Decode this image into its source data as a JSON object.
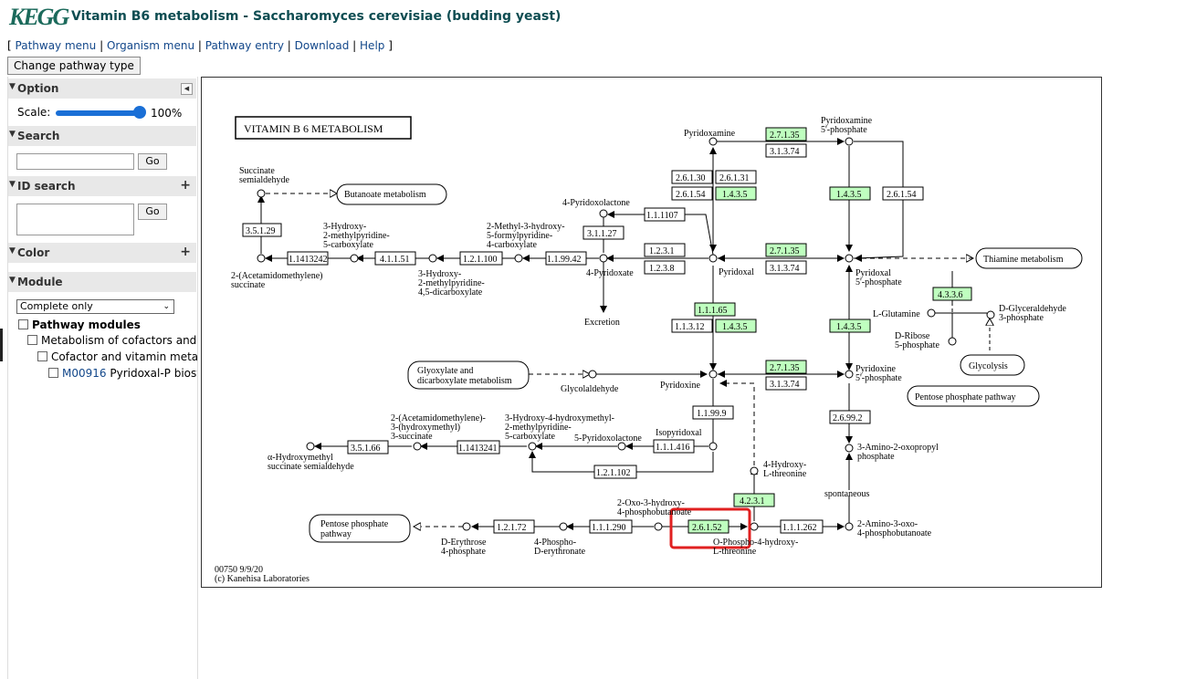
{
  "header": {
    "logo_text": "KEGG",
    "title": "Vitamin B6 metabolism - Saccharomyces cerevisiae (budding yeast)",
    "links": [
      "Pathway menu",
      "Organism menu",
      "Pathway entry",
      "Download",
      "Help"
    ],
    "bracket_open": "[",
    "bracket_close": "]",
    "change_type_label": "Change pathway type"
  },
  "sidebar": {
    "option_label": "Option",
    "scale_label": "Scale:",
    "scale_value": "100%",
    "scale_fraction": 1.0,
    "search_label": "Search",
    "go_label": "Go",
    "id_search_label": "ID search",
    "color_label": "Color",
    "module_label": "Module",
    "module_select_value": "Complete only",
    "tree": [
      {
        "label": "Pathway modules",
        "bold": true
      },
      {
        "label": "Metabolism of cofactors and v"
      },
      {
        "label": "Cofactor and vitamin metab"
      },
      {
        "id": "M00916",
        "label": "Pyridoxal-P biosy"
      }
    ]
  },
  "map": {
    "title": "VITAMIN B 6 METABOLISM",
    "footer_id": "00750 9/9/20",
    "footer_copy": "(c) Kanehisa Laboratories",
    "highlight_color": "#e02020",
    "green_fill": "#bfffbf",
    "ec_boxes": [
      {
        "t": "2.7.1.35",
        "g": true
      },
      {
        "t": "3.1.3.74",
        "g": false
      },
      {
        "t": "2.6.1.30",
        "g": false
      },
      {
        "t": "2.6.1.31",
        "g": false
      },
      {
        "t": "2.6.1.54",
        "g": false
      },
      {
        "t": "1.4.3.5",
        "g": true
      },
      {
        "t": "1.4.3.5",
        "g": true
      },
      {
        "t": "2.6.1.54",
        "g": false
      },
      {
        "t": "1.1.1107",
        "g": false
      },
      {
        "t": "3.1.1.27",
        "g": false
      },
      {
        "t": "1.2.3.1",
        "g": false
      },
      {
        "t": "1.2.3.8",
        "g": false
      },
      {
        "t": "2.7.1.35",
        "g": true
      },
      {
        "t": "3.1.3.74",
        "g": false
      },
      {
        "t": "3.5.1.29",
        "g": false
      },
      {
        "t": "1.1413242",
        "g": false
      },
      {
        "t": "4.1.1.51",
        "g": false
      },
      {
        "t": "1.2.1.100",
        "g": false
      },
      {
        "t": "1.1.99.42",
        "g": false
      },
      {
        "t": "4.3.3.6",
        "g": true
      },
      {
        "t": "1.1.1.65",
        "g": true
      },
      {
        "t": "1.1.3.12",
        "g": false
      },
      {
        "t": "1.4.3.5",
        "g": true
      },
      {
        "t": "1.4.3.5",
        "g": true
      },
      {
        "t": "2.7.1.35",
        "g": true
      },
      {
        "t": "3.1.3.74",
        "g": false
      },
      {
        "t": "1.1.99.9",
        "g": false
      },
      {
        "t": "2.6.99.2",
        "g": false
      },
      {
        "t": "3.5.1.66",
        "g": false
      },
      {
        "t": "1.1413241",
        "g": false
      },
      {
        "t": "1.1.1.416",
        "g": false
      },
      {
        "t": "1.2.1.102",
        "g": false
      },
      {
        "t": "4.2.3.1",
        "g": true
      },
      {
        "t": "1.2.1.72",
        "g": false
      },
      {
        "t": "1.1.1.290",
        "g": false
      },
      {
        "t": "2.6.1.52",
        "g": true
      },
      {
        "t": "1.1.1.262",
        "g": false
      }
    ],
    "compounds": [
      "Pyridoxamine",
      "Pyridoxamine",
      "5'-phosphate",
      "Succinate",
      "semialdehyde",
      "4-Pyridoxolactone",
      "3-Hydroxy-",
      "2-methylpyridine-",
      "5-carboxylate",
      "2-Methyl-3-hydroxy-",
      "5-formylpyridine-",
      "4-carboxylate",
      "Pyridoxal",
      "Pyridoxal",
      "5'-phosphate",
      "2-(Acetamidomethylene)",
      "succinate",
      "3-Hydroxy-",
      "2-methylpyridine-",
      "4,5-dicarboxylate",
      "4-Pyridoxate",
      "Excretion",
      "L-Glutamine",
      "D-Glyceraldehyde",
      "3-phosphate",
      "D-Ribose",
      "5-phosphate",
      "Glycolaldehyde",
      "Pyridoxine",
      "Pyridoxine",
      "5'-phosphate",
      "2-(Acetamidomethylene)-",
      "3-(hydroxymethyl)",
      "3-succinate",
      "3-Hydroxy-4-hydroxymethyl-",
      "2-methylpyridine-",
      "5-carboxylate",
      "5-Pyridoxolactone",
      "Isopyridoxal",
      "α-Hydroxymethyl",
      "succinate semialdehyde",
      "3-Amino-2-oxopropyl",
      "phosphate",
      "4-Hydroxy-",
      "L-threonine",
      "spontaneous",
      "2-Oxo-3-hydroxy-",
      "4-phosphobutanoate",
      "D-Erythrose",
      "4-phosphate",
      "4-Phospho-",
      "D-erythronate",
      "O-Phospho-4-hydroxy-",
      "L-threonine",
      "2-Amino-3-oxo-",
      "4-phosphobutanoate"
    ],
    "pathways": [
      "Butanoate metabolism",
      "Thiamine metabolism",
      "Glyoxylate and",
      "dicarboxylate metabolism",
      "Glycolysis",
      "Pentose phosphate pathway",
      "Pentose phosphate",
      "pathway"
    ]
  }
}
